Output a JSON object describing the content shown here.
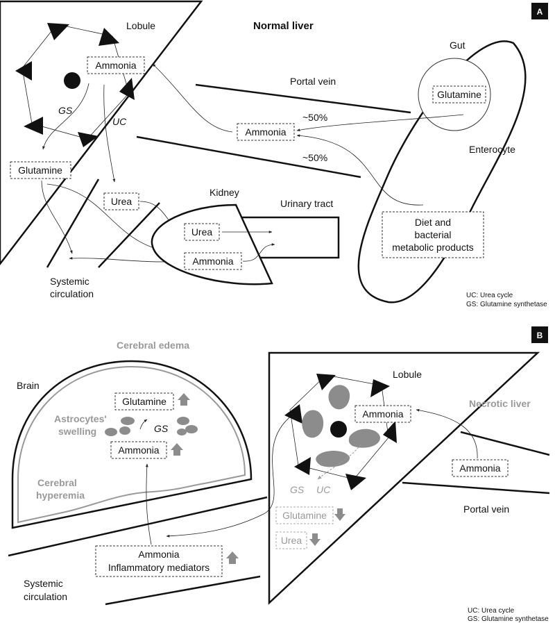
{
  "panel_a": {
    "label": "A",
    "title": "Normal liver",
    "lobule": "Lobule",
    "ammonia_lobule": "Ammonia",
    "gs": "GS",
    "uc": "UC",
    "glutamine_liver": "Glutamine",
    "urea_liver": "Urea",
    "portal_vein": "Portal vein",
    "gut": "Gut",
    "glutamine_gut": "Glutamine",
    "pct_top": "~50%",
    "pct_bottom": "~50%",
    "ammonia_portal": "Ammonia",
    "enterocyte": "Enterocyte",
    "kidney": "Kidney",
    "urinary_tract": "Urinary tract",
    "urea_kidney": "Urea",
    "ammonia_kidney": "Ammonia",
    "diet": [
      "Diet and",
      "bacterial",
      "metabolic products"
    ],
    "systemic": [
      "Systemic",
      "circulation"
    ],
    "legend": [
      "UC: Urea cycle",
      "GS: Glutamine synthetase"
    ]
  },
  "panel_b": {
    "label": "B",
    "cerebral_edema": "Cerebral edema",
    "brain": "Brain",
    "glutamine_brain": "Glutamine",
    "astro": [
      "Astrocytes'",
      "swelling"
    ],
    "gs": "GS",
    "ammonia_brain": "Ammonia",
    "hyperemia": [
      "Cerebral",
      "hyperemia"
    ],
    "lobule": "Lobule",
    "ammonia_lobule": "Ammonia",
    "necrotic": "Necrotic liver",
    "ammonia_portal": "Ammonia",
    "gs2": "GS",
    "uc2": "UC",
    "glutamine_low": "Glutamine",
    "urea_low": "Urea",
    "portal_vein": "Portal vein",
    "systemic_box": [
      "Ammonia",
      "Inflammatory mediators"
    ],
    "systemic": [
      "Systemic",
      "circulation"
    ],
    "legend": [
      "UC: Urea cycle",
      "GS: Glutamine synthetase"
    ]
  },
  "colors": {
    "ink": "#111111",
    "gray": "#999999",
    "cell": "#8c8c8c"
  },
  "icons": [
    "arrow-up-icon",
    "arrow-down-icon",
    "nucleus-icon",
    "hepatocyte-necrosis-icon"
  ]
}
